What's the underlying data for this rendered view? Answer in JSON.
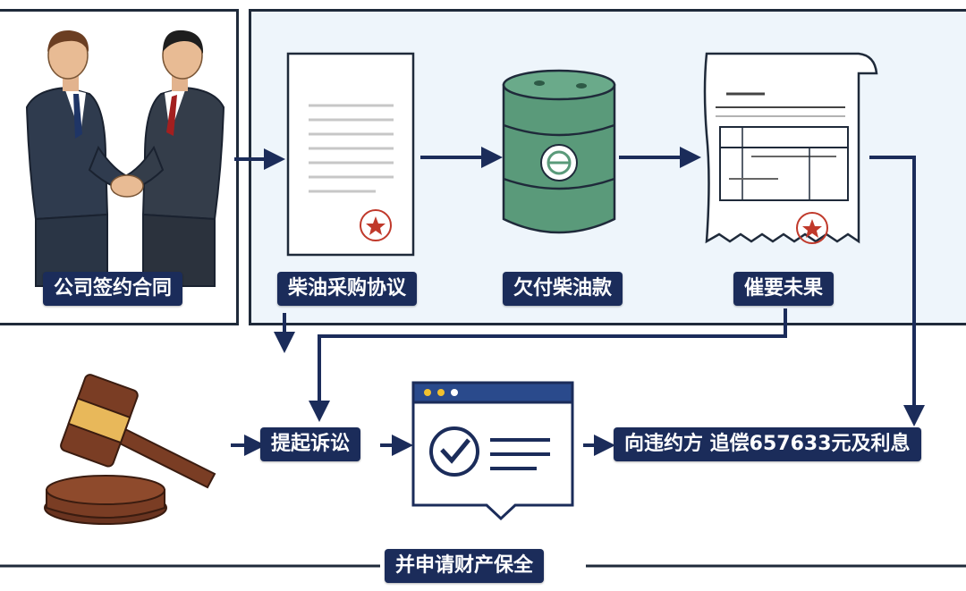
{
  "colors": {
    "label_bg": "#1b2c5a",
    "label_text": "#ffffff",
    "arrow": "#1b2c5a",
    "panel_bg": "#eef5fb",
    "barrel": "#5a9a7a",
    "stamp": "#c0392b",
    "gavel": "#7a3d24"
  },
  "labels": {
    "sign_contract": "公司签约合同",
    "diesel_agreement": "柴油采购协议",
    "owe_payment": "欠付柴油款",
    "urge_failed": "催要未果",
    "file_lawsuit": "提起诉讼",
    "claim": "向违约方 追偿657633元及利息",
    "preservation": "并申请财产保全"
  },
  "icons": {
    "handshake": "business-handshake-icon",
    "document": "agreement-document-icon",
    "barrel": "oil-barrel-icon",
    "invoice": "invoice-receipt-icon",
    "gavel": "judge-gavel-icon",
    "approval": "approval-window-icon"
  }
}
